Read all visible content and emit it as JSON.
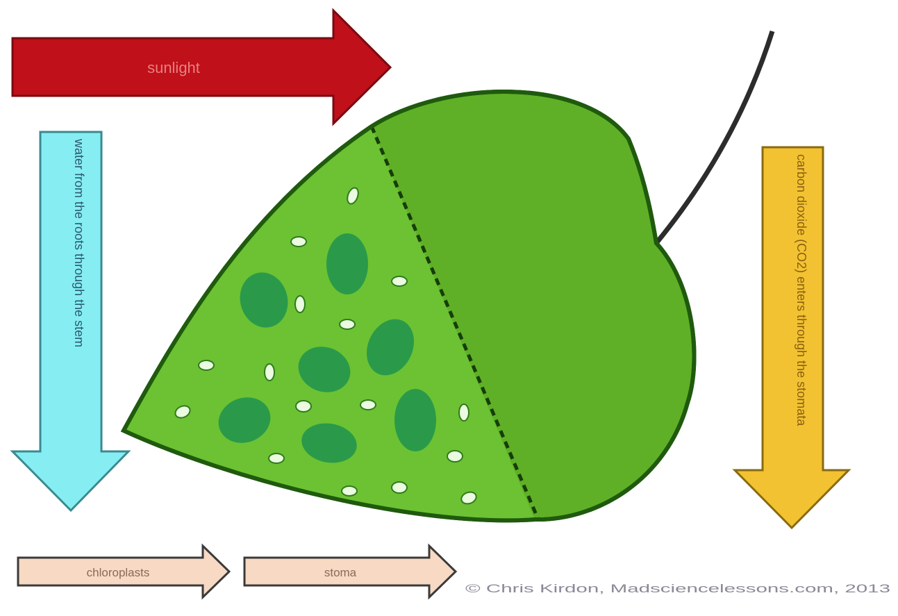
{
  "diagram": {
    "arrows": {
      "sunlight": {
        "label": "sunlight",
        "color": "#c0101a"
      },
      "water": {
        "label": "water from the roots through the stem",
        "color": "#7ee8ee"
      },
      "carbon_dioxide": {
        "label": "carbon dioxide (CO2) enters through the stomata",
        "color": "#f0c030"
      },
      "chloroplasts": {
        "label": "chloroplasts",
        "color": "#f7d9c4"
      },
      "stoma": {
        "label": "stoma",
        "color": "#f7d9c4"
      }
    },
    "leaf": {
      "fill": "#66b82e",
      "outline": "#1f5a0e",
      "chloroplast_color": "#2a9a4a",
      "stoma_color": "#eafbe0"
    },
    "credit": "© Chris Kirdon, Madsciencelessons.com, 2013"
  }
}
